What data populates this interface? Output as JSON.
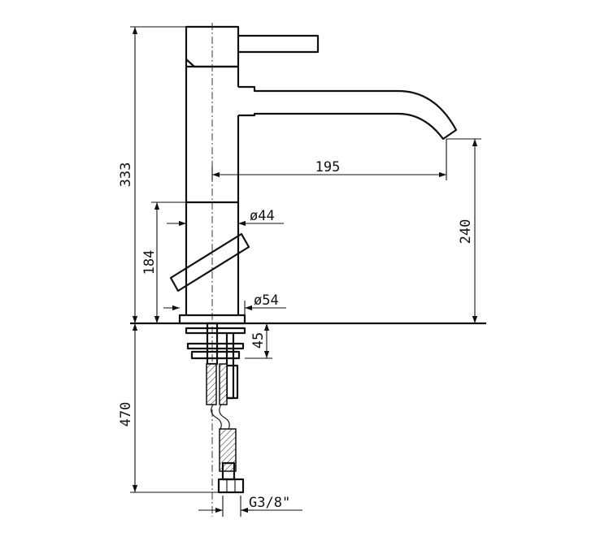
{
  "dimensions": {
    "total_height": "333",
    "spout_reach": "195",
    "body_height": "184",
    "body_diameter": "ø44",
    "base_diameter": "ø54",
    "spout_height": "240",
    "shank_length": "45",
    "hose_length": "470",
    "thread_size": "G3/8\""
  }
}
